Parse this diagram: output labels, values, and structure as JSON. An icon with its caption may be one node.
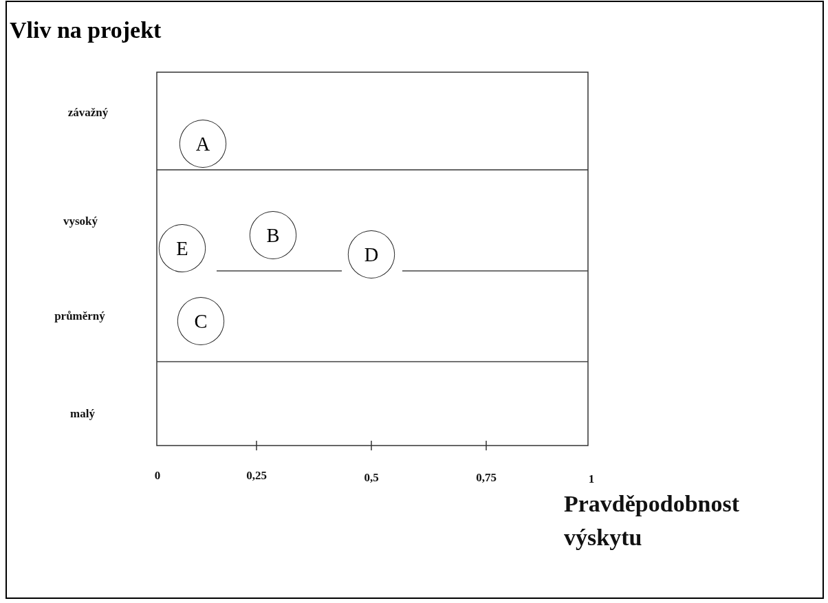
{
  "diagram": {
    "title": "Vliv na projekt",
    "nodes": [
      {
        "text": [
          "A"
        ]
      },
      {
        "text": [
          "E"
        ]
      },
      {
        "text": [
          "B"
        ]
      },
      {
        "text": [
          "D"
        ]
      },
      {
        "text": [
          "C"
        ]
      }
    ],
    "edges": [],
    "labels": [
      "závažný",
      "vysoký",
      "průměrný",
      "malý",
      "0",
      "0,25",
      "0,5",
      "0,75",
      "1",
      "Pravděpodobnost výskytu"
    ]
  }
}
